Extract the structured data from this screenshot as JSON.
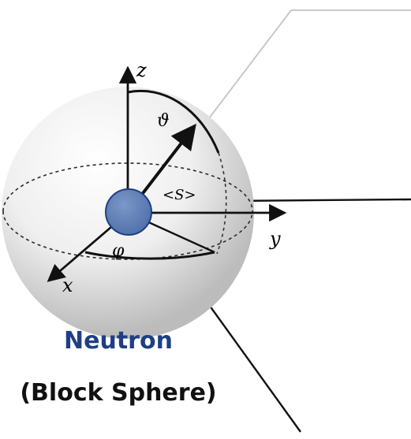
{
  "diagram": {
    "axes": {
      "z": "z",
      "y": "y",
      "x": "x"
    },
    "angles": {
      "theta": "ϑ",
      "phi": "φ"
    },
    "spin_label": "<S>",
    "caption": {
      "line1": "Neutron",
      "line2": "(Block Sphere)"
    }
  },
  "colors": {
    "caption_primary": "#1f3f84",
    "caption_secondary": "#111111",
    "neutron_fill": "#5f7fb7",
    "neutron_stroke": "#1f3f84"
  }
}
